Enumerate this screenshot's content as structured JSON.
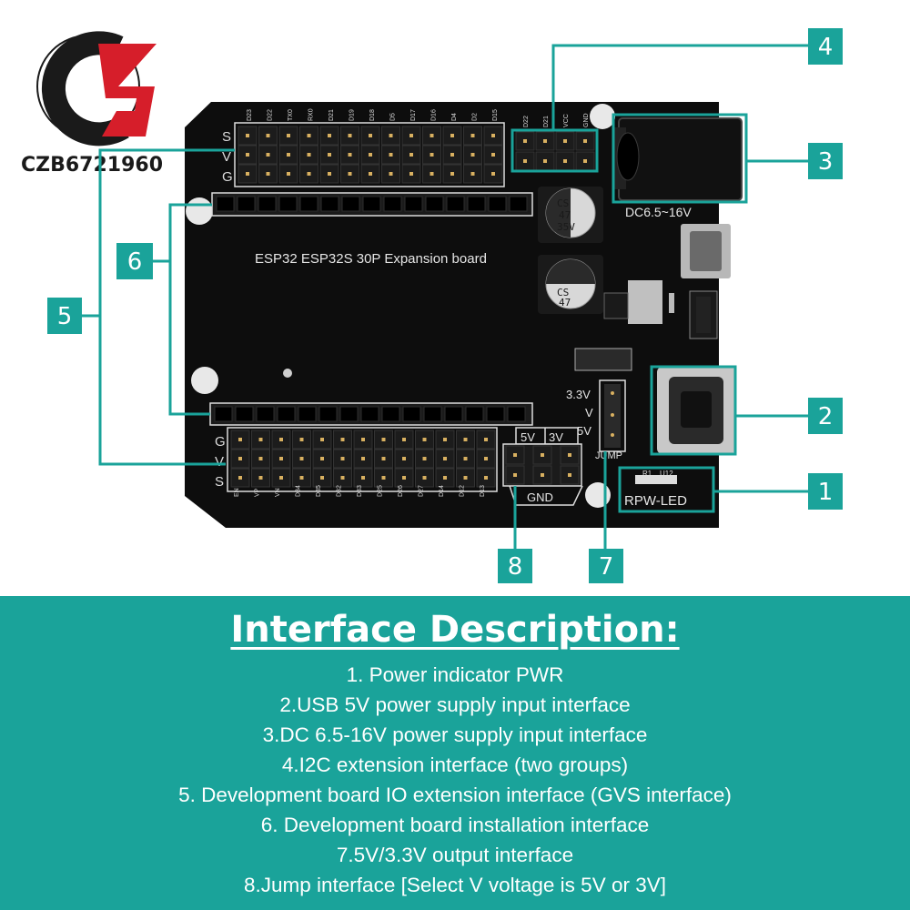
{
  "brand": {
    "logo_text": "CZB6721960"
  },
  "board": {
    "title": "ESP32 ESP32S 30P Expansion board",
    "dc_label": "DC6.5~16V",
    "led_label": "RPW-LED",
    "led_parts": [
      "R1",
      "U12"
    ],
    "cap_labels": [
      "CS",
      "47",
      "35V"
    ],
    "top_pins": [
      "D23",
      "D22",
      "TX0",
      "RX0",
      "D21",
      "D19",
      "D18",
      "D5",
      "D17",
      "D16",
      "D4",
      "D2",
      "D15"
    ],
    "bottom_pins": [
      "EN",
      "VP",
      "VN",
      "D34",
      "D35",
      "D32",
      "D33",
      "D25",
      "D26",
      "D27",
      "D14",
      "D12",
      "D13"
    ],
    "i2c_pins": [
      "D22",
      "D21",
      "VCC",
      "GND"
    ],
    "top_row_letters": [
      "S",
      "V",
      "G"
    ],
    "bottom_row_letters": [
      "G",
      "V",
      "S"
    ],
    "jump_labels": [
      "3.3V",
      "V",
      "5V"
    ],
    "jump_text": "JUMP",
    "out_labels": [
      "5V",
      "3V"
    ],
    "gnd_label": "GND"
  },
  "callouts": [
    "1",
    "2",
    "3",
    "4",
    "5",
    "6",
    "7",
    "8"
  ],
  "description": {
    "title": "Interface Description:",
    "items": [
      "1. Power indicator PWR",
      "2.USB 5V power supply input interface",
      "3.DC 6.5-16V power supply input interface",
      "4.I2C extension interface (two groups)",
      "5. Development board IO extension interface (GVS interface)",
      "6. Development board installation interface",
      "7.5V/3.3V output interface",
      "8.Jump interface [Select V voltage is 5V or 3V]"
    ]
  },
  "colors": {
    "teal": "#1aa39a",
    "board": "#0d0d0d",
    "logo_red": "#d61e2a",
    "logo_dark": "#1a1a1a"
  }
}
